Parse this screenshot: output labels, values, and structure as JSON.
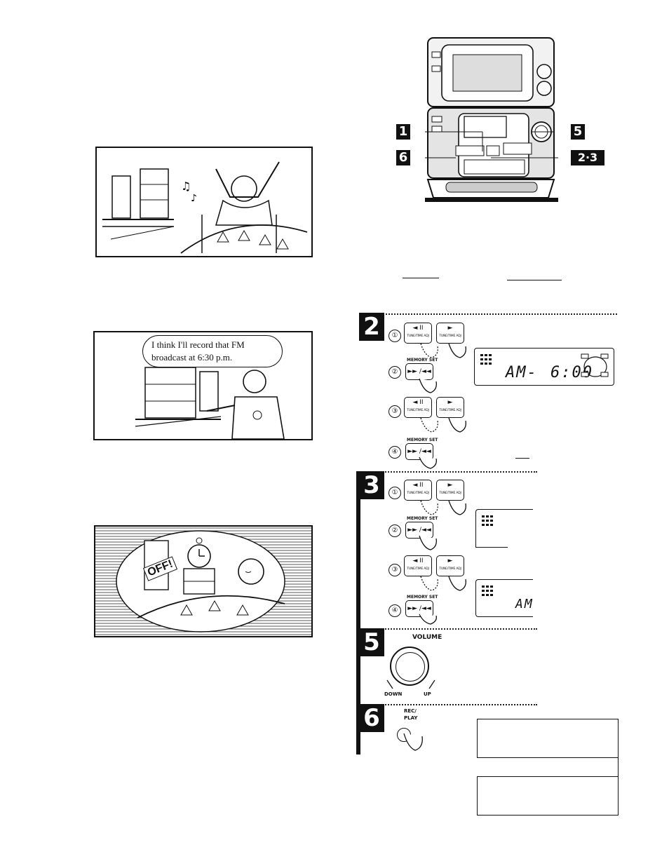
{
  "illustrations": {
    "speech_bubble": "I think I'll record that FM broadcast at 6:30 p.m.",
    "alarm_sound": "OFF!"
  },
  "callouts": {
    "c1": "1",
    "c5": "5",
    "c6": "6",
    "c23": "2·3"
  },
  "steps": {
    "s2": {
      "badge": "2",
      "subs": [
        "①",
        "②",
        "③",
        "④"
      ],
      "memory_set": "MEMORY SET",
      "display": {
        "left": "AM-",
        "right": "6:00"
      }
    },
    "s3": {
      "badge": "3",
      "subs": [
        "①",
        "②",
        "③",
        "④"
      ],
      "memory_set": "MEMORY SET",
      "display": {
        "text": "AM"
      }
    },
    "s5": {
      "badge": "5",
      "volume_label": "VOLUME",
      "down_label": "DOWN",
      "up_label": "UP"
    },
    "s6": {
      "badge": "6",
      "rec_label": "REC/",
      "play_label": "PLAY"
    }
  },
  "key_labels": {
    "back": "◄ II",
    "forward": "►",
    "tune_text": "TUNE/TIME ADJ",
    "set_symbol": "►► /◄◄"
  }
}
